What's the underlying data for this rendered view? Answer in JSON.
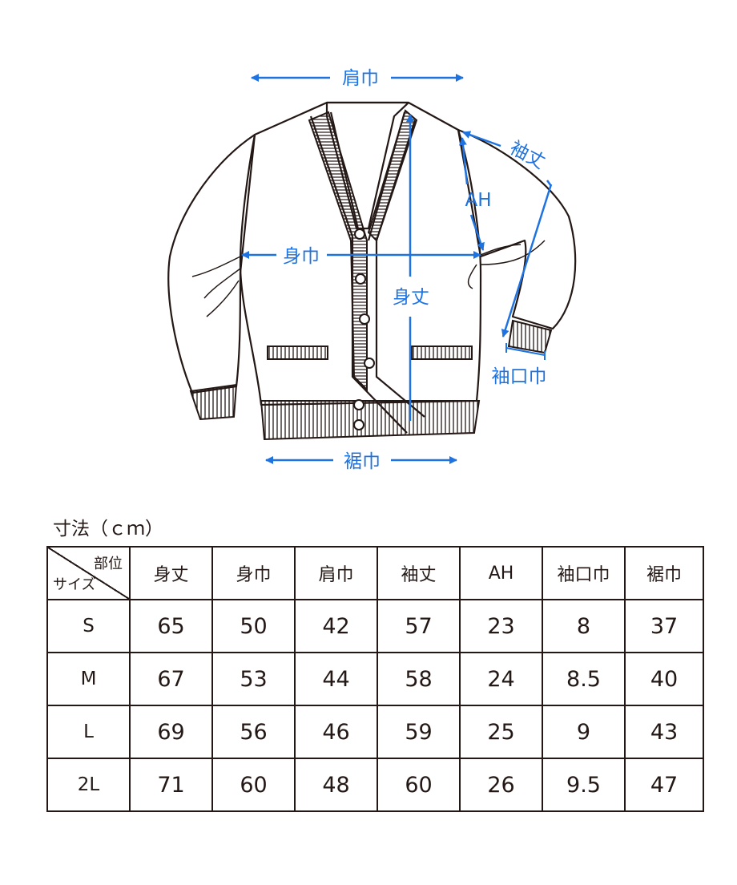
{
  "diagram": {
    "labels": {
      "katahaba": "肩巾",
      "mihaba": "身巾",
      "mitake": "身丈",
      "sodetake": "袖丈",
      "ah": "AH",
      "sodeguchi": "袖口巾",
      "susohaba": "裾巾"
    },
    "colors": {
      "accent": "#1f73e0",
      "line": "#231815"
    }
  },
  "unit_label": "寸法（ｃｍ）",
  "table": {
    "corner_top": "部位",
    "corner_bottom": "サイズ",
    "headers": [
      "身丈",
      "身巾",
      "肩巾",
      "袖丈",
      "AH",
      "袖口巾",
      "裾巾"
    ],
    "rows": [
      {
        "size": "S",
        "values": [
          "65",
          "50",
          "42",
          "57",
          "23",
          "8",
          "37"
        ]
      },
      {
        "size": "M",
        "values": [
          "67",
          "53",
          "44",
          "58",
          "24",
          "8.5",
          "40"
        ]
      },
      {
        "size": "L",
        "values": [
          "69",
          "56",
          "46",
          "59",
          "25",
          "9",
          "43"
        ]
      },
      {
        "size": "2L",
        "values": [
          "71",
          "60",
          "48",
          "60",
          "26",
          "9.5",
          "47"
        ]
      }
    ]
  }
}
